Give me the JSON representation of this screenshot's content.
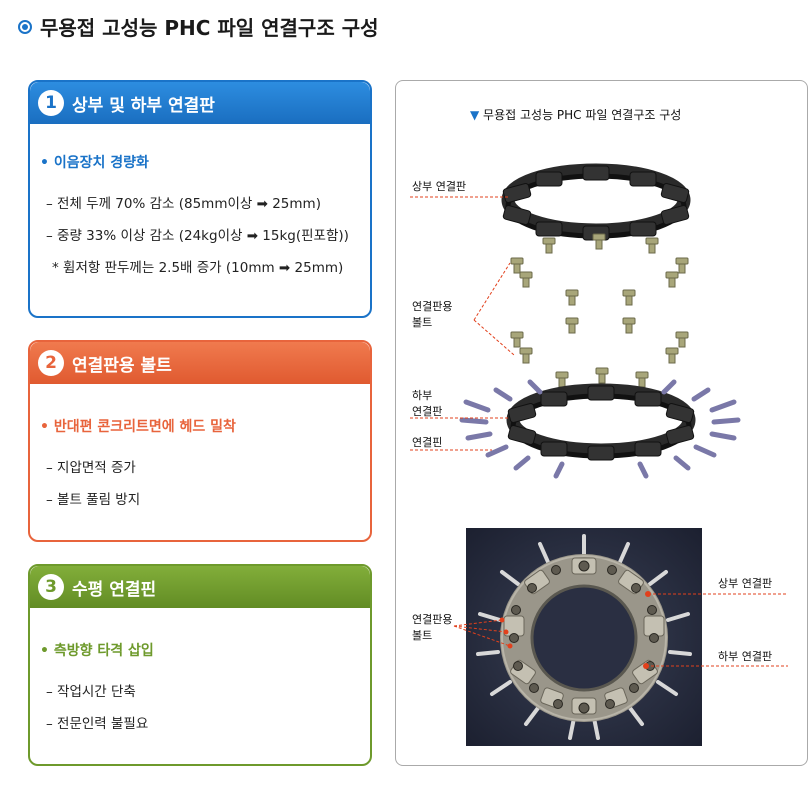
{
  "title": "무용접 고성능 PHC 파일 연결구조 구성",
  "colors": {
    "blue": "#1a73c8",
    "orange": "#e8643c",
    "green": "#6e9a2c"
  },
  "cards": [
    {
      "number": "1",
      "heading": "상부 및 하부 연결판",
      "subtitle": "• 이음장치 경량화",
      "lines": [
        "– 전체 두께 70% 감소 (85mm이상 ➡ 25mm)",
        "– 중량 33% 이상 감소 (24kg이상 ➡ 15kg(핀포함))",
        "* 휨저항 판두께는 2.5배 증가 (10mm ➡ 25mm)"
      ]
    },
    {
      "number": "2",
      "heading": "연결판용 볼트",
      "subtitle": "• 반대편 콘크리트면에 헤드 밀착",
      "lines": [
        "– 지압면적 증가",
        "– 볼트 풀림 방지"
      ]
    },
    {
      "number": "3",
      "heading": "수평 연결핀",
      "subtitle": "• 측방향 타격 삽입",
      "lines": [
        "– 작업시간 단축",
        "– 전문인력 불필요"
      ]
    }
  ],
  "diagram": {
    "caption": "▼ 무용접 고성능 PHC 파일 연결구조 구성",
    "labels": {
      "upper_plate": "상부 연결판",
      "bolt_line1": "연결판용",
      "bolt_line2": "볼트",
      "lower_line1": "하부",
      "lower_line2": "연결판",
      "pin": "연결핀",
      "photo_upper": "상부 연결판",
      "photo_bolt_line1": "연결판용",
      "photo_bolt_line2": "볼트",
      "photo_lower": "하부 연결판"
    }
  }
}
